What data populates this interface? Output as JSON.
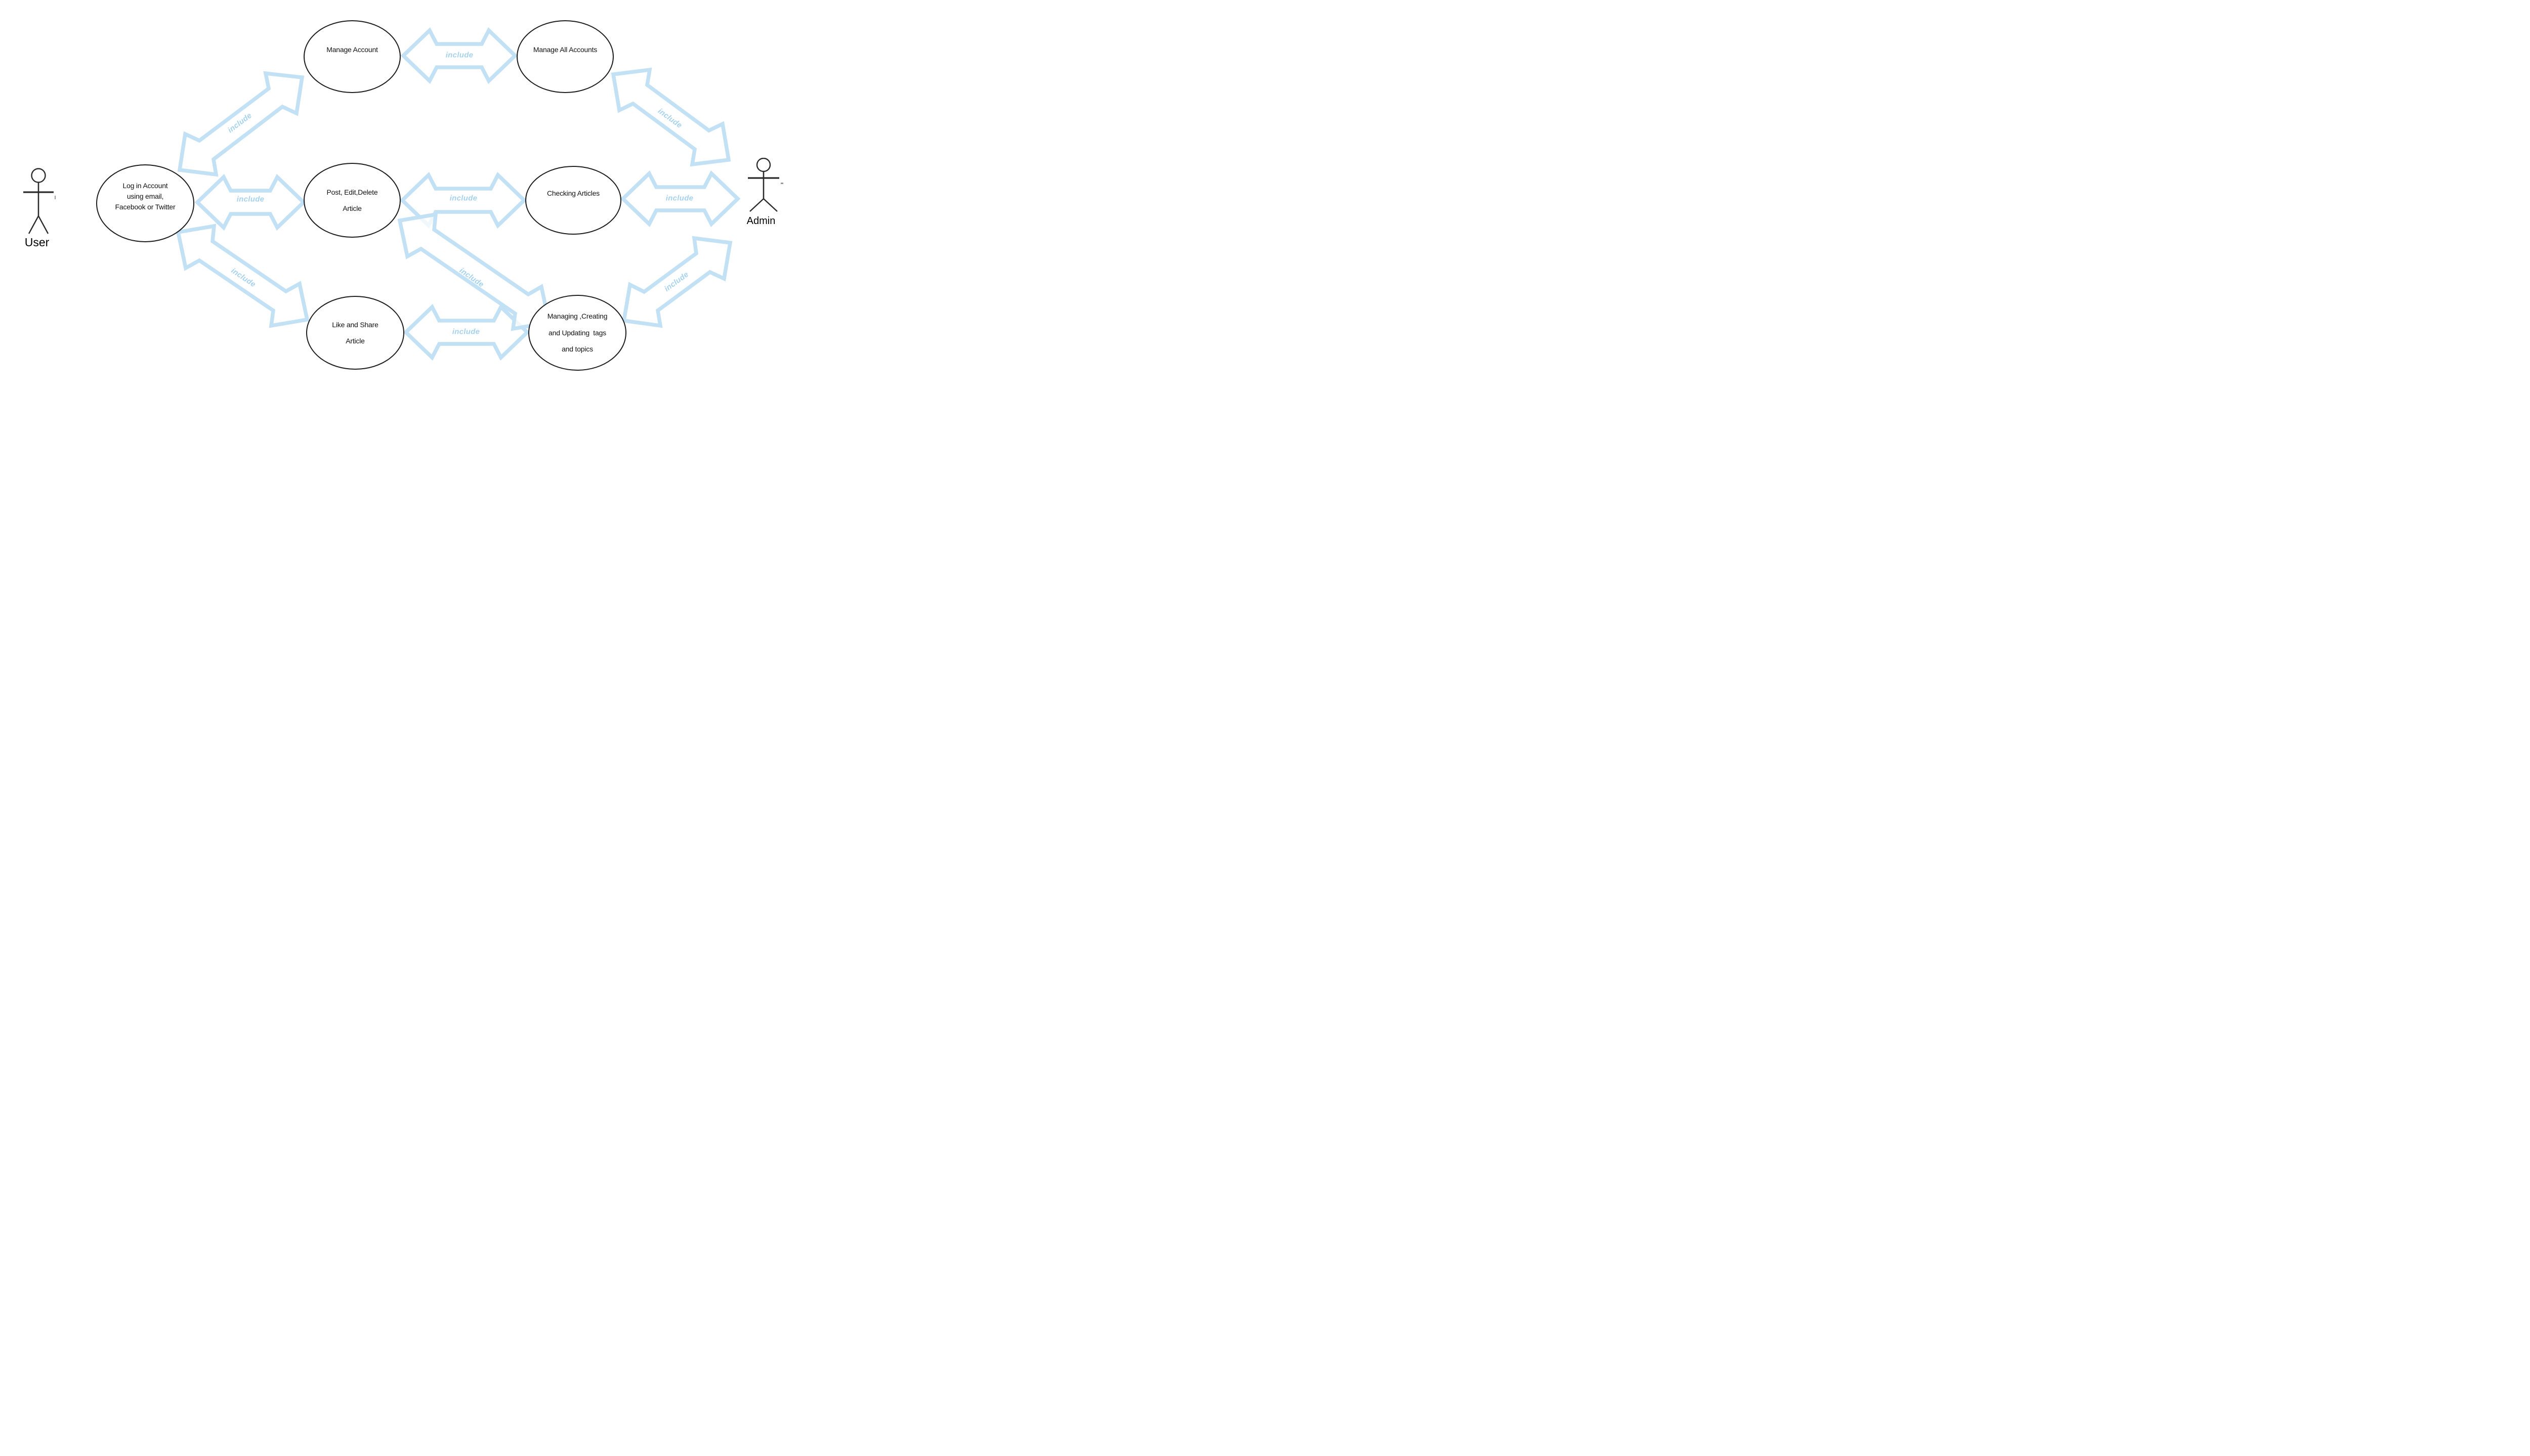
{
  "actors": [
    {
      "id": "user",
      "name": "User"
    },
    {
      "id": "admin",
      "name": "Admin"
    }
  ],
  "use_cases": [
    {
      "id": "login",
      "label": "Log in Account\nusing email,\nFacebook or Twitter"
    },
    {
      "id": "manage-account",
      "label": "Manage Account"
    },
    {
      "id": "manage-all-accounts",
      "label": "Manage All Accounts"
    },
    {
      "id": "post-edit-delete-article",
      "label": "Post, Edit,Delete\n\nArticle"
    },
    {
      "id": "checking-articles",
      "label": "Checking Articles"
    },
    {
      "id": "like-share-article",
      "label": "Like and Share\n\nArticle"
    },
    {
      "id": "managing-tags-topics",
      "label": "Managing ,Creating\n\nand Updating  tags\n\nand topics"
    }
  ],
  "connectors": [
    {
      "label": "include",
      "from": "login",
      "to": "manage-account"
    },
    {
      "label": "include",
      "from": "login",
      "to": "post-edit-delete-article"
    },
    {
      "label": "include",
      "from": "login",
      "to": "like-share-article"
    },
    {
      "label": "include",
      "from": "manage-account",
      "to": "manage-all-accounts"
    },
    {
      "label": "include",
      "from": "post-edit-delete-article",
      "to": "checking-articles"
    },
    {
      "label": "include",
      "from": "like-share-article",
      "to": "managing-tags-topics"
    },
    {
      "label": "include",
      "from": "manage-all-accounts",
      "to": "admin"
    },
    {
      "label": "include",
      "from": "checking-articles",
      "to": "admin"
    },
    {
      "label": "include",
      "from": "managing-tags-topics",
      "to": "admin"
    },
    {
      "label": "include",
      "from": "post-edit-delete-article",
      "to": "managing-tags-topics"
    }
  ],
  "colors": {
    "arrow_outline": "#c2e1f4",
    "include_text": "#a6d2ee",
    "shape_outline": "#1c1c1c",
    "background": "#ffffff"
  }
}
